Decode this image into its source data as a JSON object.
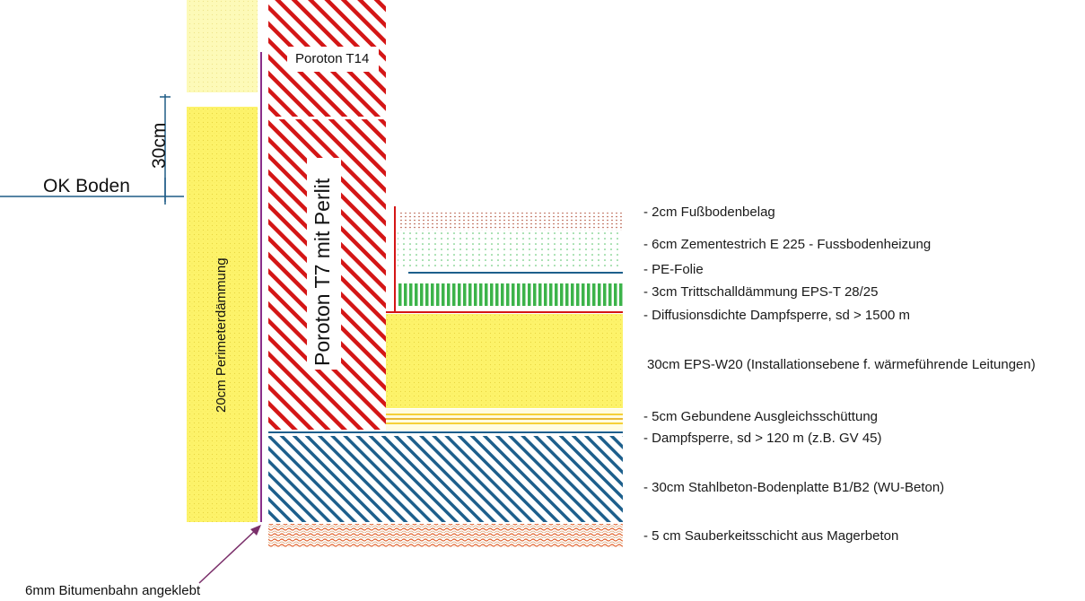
{
  "labels": {
    "ok_boden": "OK Boden",
    "height_30cm": "30cm",
    "perimeter": "20cm Perimeterdämmung",
    "poroton_t14": "Poroton T14",
    "poroton_t7": "Poroton T7 mit Perlit",
    "bitumen": "6mm Bitumenbahn angeklebt"
  },
  "layers": [
    {
      "text": "- 2cm Fußbodenbelag"
    },
    {
      "text": "- 6cm Zementestrich E 225 - Fussbodenheizung"
    },
    {
      "text": "- PE-Folie"
    },
    {
      "text": "- 3cm Trittschalldämmung EPS-T  28/25"
    },
    {
      "text": "- Diffusionsdichte Dampfsperre,  sd > 1500 m"
    },
    {
      "text": "30cm EPS-W20 (Installationsebene f. wärmeführende Leitungen)"
    },
    {
      "text": "- 5cm Gebundene Ausgleichsschüttung"
    },
    {
      "text": "- Dampfsperre, sd > 120 m (z.B. GV 45)"
    },
    {
      "text": "- 30cm Stahlbeton-Bodenplatte B1/B2 (WU-Beton)"
    },
    {
      "text": "- 5 cm Sauberkeitsschicht aus Magerbeton"
    }
  ],
  "colors": {
    "insulation_yellow": "#fdf36a",
    "masonry_red": "#d41616",
    "concrete_blue": "#1d5f8c",
    "screed_green": "#3cb34a",
    "lean_concrete_orange": "#e0602a",
    "membrane_purple": "#8a2f8a",
    "dimension_line": "#1f5c86"
  }
}
